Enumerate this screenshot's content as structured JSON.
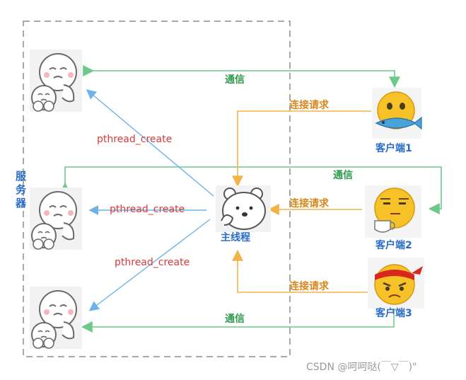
{
  "server_group": {
    "label": "服务器"
  },
  "main_thread": {
    "label": "主线程"
  },
  "clients": [
    {
      "label": "客户端1"
    },
    {
      "label": "客户端2"
    },
    {
      "label": "客户端3"
    }
  ],
  "edges": {
    "connect_request": "连接请求",
    "communication": "通信",
    "pthread_create": "pthread_create"
  },
  "colors": {
    "communication": "#6cc98a",
    "connect_request": "#f3b24a",
    "pthread_create": "#6cb3ec",
    "label_blue": "#2a6cc8",
    "label_red": "#d83a3a",
    "label_green": "#2f9a4c",
    "label_orange": "#d8871a"
  },
  "watermark": "CSDN @呵呵哒(￣▽￣)\""
}
